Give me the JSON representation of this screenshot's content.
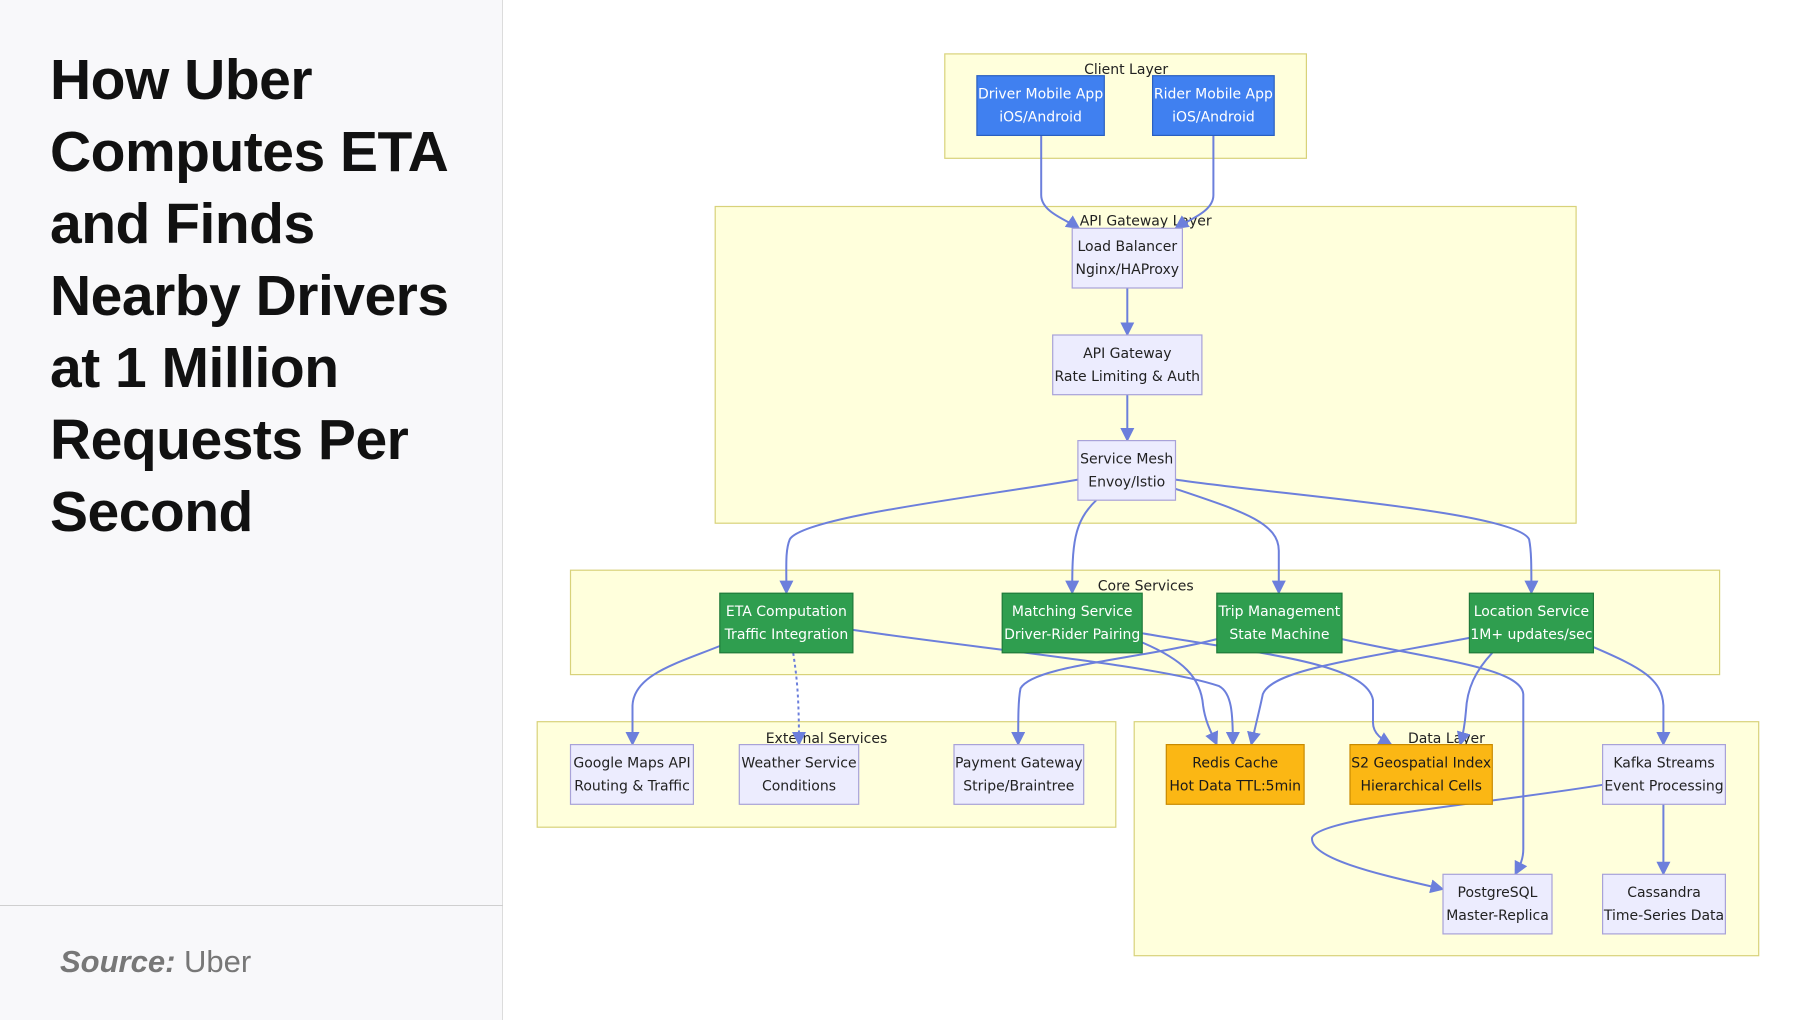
{
  "title": "How Uber Computes ETA and Finds Nearby Drivers at 1 Million Requests Per Second",
  "source": {
    "label": "Source:",
    "value": "Uber"
  },
  "colors": {
    "group_fill": "#ffffdc",
    "group_stroke": "#d8d27a",
    "client_node": "#4080f0",
    "core_node": "#2f9e4f",
    "data_hot_node": "#fbb714",
    "default_node": "#ececfe",
    "edge": "#6c7fdc"
  },
  "groups": {
    "client": "Client Layer",
    "gateway": "API Gateway Layer",
    "core": "Core Services",
    "external": "External Services",
    "data": "Data Layer"
  },
  "nodes": {
    "driver_app": {
      "line1": "Driver Mobile App",
      "line2": "iOS/Android"
    },
    "rider_app": {
      "line1": "Rider Mobile App",
      "line2": "iOS/Android"
    },
    "load_balancer": {
      "line1": "Load Balancer",
      "line2": "Nginx/HAProxy"
    },
    "api_gateway": {
      "line1": "API Gateway",
      "line2": "Rate Limiting & Auth"
    },
    "service_mesh": {
      "line1": "Service Mesh",
      "line2": "Envoy/Istio"
    },
    "eta": {
      "line1": "ETA Computation",
      "line2": "Traffic Integration"
    },
    "matching": {
      "line1": "Matching Service",
      "line2": "Driver-Rider Pairing"
    },
    "trip": {
      "line1": "Trip Management",
      "line2": "State Machine"
    },
    "location": {
      "line1": "Location Service",
      "line2": "1M+ updates/sec"
    },
    "google_maps": {
      "line1": "Google Maps API",
      "line2": "Routing & Traffic"
    },
    "weather": {
      "line1": "Weather Service",
      "line2": "Conditions"
    },
    "payment": {
      "line1": "Payment Gateway",
      "line2": "Stripe/Braintree"
    },
    "redis": {
      "line1": "Redis Cache",
      "line2": "Hot Data TTL:5min"
    },
    "s2": {
      "line1": "S2 Geospatial Index",
      "line2": "Hierarchical Cells"
    },
    "kafka": {
      "line1": "Kafka Streams",
      "line2": "Event Processing"
    },
    "postgres": {
      "line1": "PostgreSQL",
      "line2": "Master-Replica"
    },
    "cassandra": {
      "line1": "Cassandra",
      "line2": "Time-Series Data"
    }
  }
}
